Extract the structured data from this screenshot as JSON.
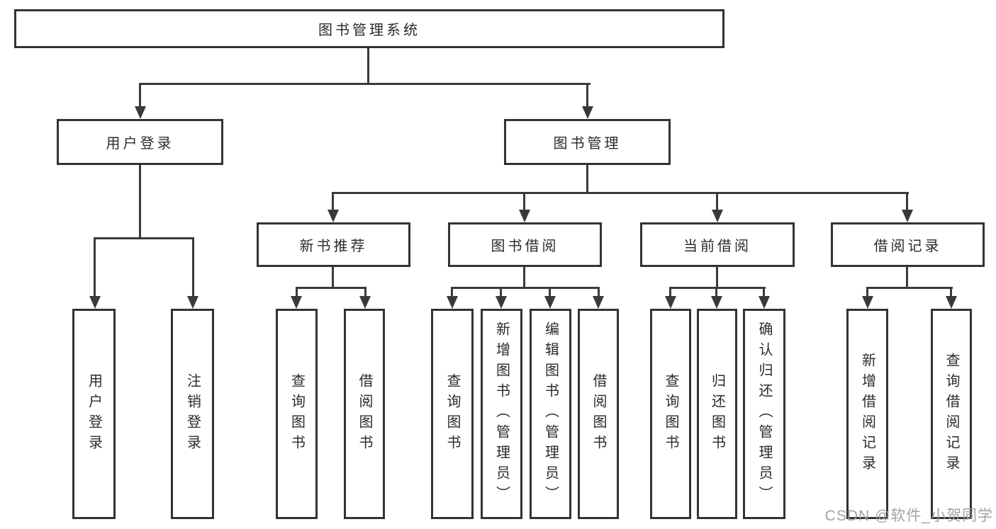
{
  "diagram": {
    "type": "hierarchy-diagram",
    "watermark": "CSDN @软件_小贺同学",
    "colors": {
      "background": "#ffffff",
      "box_border": "#333333",
      "connector_line": "#3a3a3a",
      "text": "#2b2b2b",
      "watermark_text": "#989ea5"
    },
    "tree": {
      "label": "图书管理系统",
      "children": [
        {
          "label": "用户登录",
          "children": [
            {
              "label": "用户登录"
            },
            {
              "label": "注销登录"
            }
          ]
        },
        {
          "label": "图书管理",
          "children": [
            {
              "label": "新书推荐",
              "children": [
                {
                  "label": "查询图书"
                },
                {
                  "label": "借阅图书"
                }
              ]
            },
            {
              "label": "图书借阅",
              "children": [
                {
                  "label": "查询图书"
                },
                {
                  "label": "新增图书（管理员）"
                },
                {
                  "label": "编辑图书（管理员）"
                },
                {
                  "label": "借阅图书"
                }
              ]
            },
            {
              "label": "当前借阅",
              "children": [
                {
                  "label": "查询图书"
                },
                {
                  "label": "归还图书"
                },
                {
                  "label": "确认归还（管理员）"
                }
              ]
            },
            {
              "label": "借阅记录",
              "children": [
                {
                  "label": "新增借阅记录"
                },
                {
                  "label": "查询借阅记录"
                }
              ]
            }
          ]
        }
      ]
    }
  }
}
